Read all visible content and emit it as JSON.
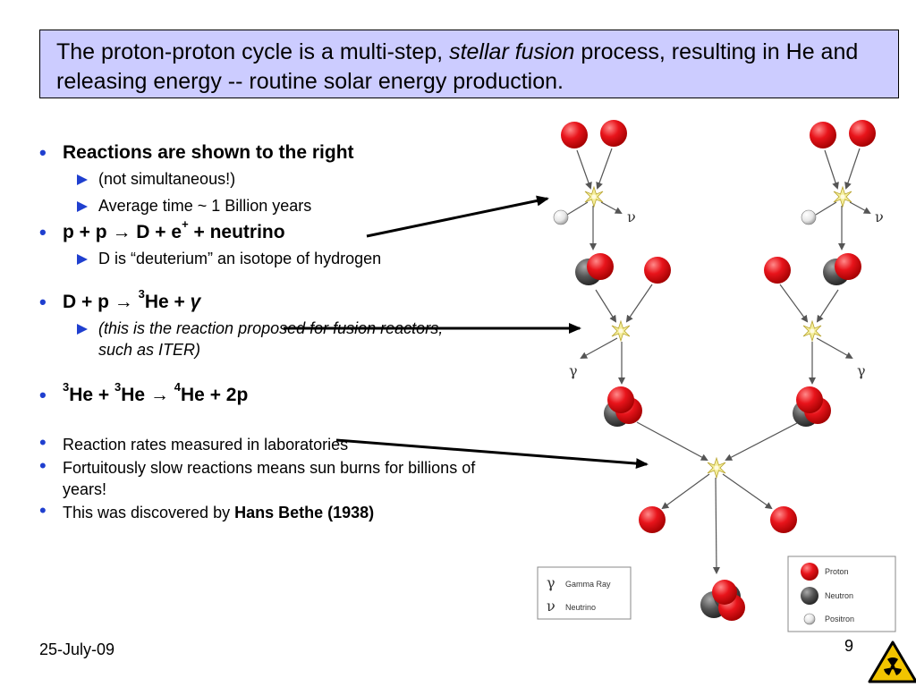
{
  "title": {
    "part1": "The proton-proton cycle is a multi-step, ",
    "italic": "stellar fusion",
    "part2": " process, resulting in He and releasing energy -- routine solar energy production."
  },
  "bullets": {
    "b1": "Reactions are shown to the right",
    "b1_sub1": "(not simultaneous!)",
    "b1_sub2": "Average time ~ 1 Billion years",
    "b2_a": "p + p ",
    "b2_arrow": "→",
    "b2_b": " D + e",
    "b2_sup": "+",
    "b2_c": " + neutrino",
    "b2_sub1": "D is “deuterium” an isotope of hydrogen",
    "b3_a": "D + p ",
    "b3_arrow": "→",
    "b3_sup": "3",
    "b3_b": "He + ",
    "b3_gamma": "γ",
    "b3_sub1": "(this is the reaction proposed for fusion reactors, such as ITER)",
    "b4_sup1": "3",
    "b4_a": "He + ",
    "b4_sup2": "3",
    "b4_b": "He ",
    "b4_arrow": "→",
    "b4_sup3": "4",
    "b4_c": "He + 2p",
    "b5": "Reaction rates measured in laboratories",
    "b6": "Fortuitously slow reactions means sun burns for billions of years!",
    "b7_a": "This was discovered by ",
    "b7_bold": "Hans Bethe (1938)"
  },
  "legend_left": {
    "gamma_symbol": "γ",
    "gamma_label": "Gamma Ray",
    "nu_symbol": "ν",
    "nu_label": "Neutrino"
  },
  "legend_right": {
    "proton": "Proton",
    "neutron": "Neutron",
    "positron": "Positron"
  },
  "diagram_labels": {
    "nu": "ν",
    "gamma": "γ"
  },
  "colors": {
    "title_bg": "#ccccff",
    "bullet": "#1f3fcf",
    "proton": "#e8141b",
    "neutron": "#555555",
    "positron": "#e6e6e6",
    "hazard": "#f2c400"
  },
  "footer": {
    "date": "25-July-09",
    "page": "9"
  }
}
